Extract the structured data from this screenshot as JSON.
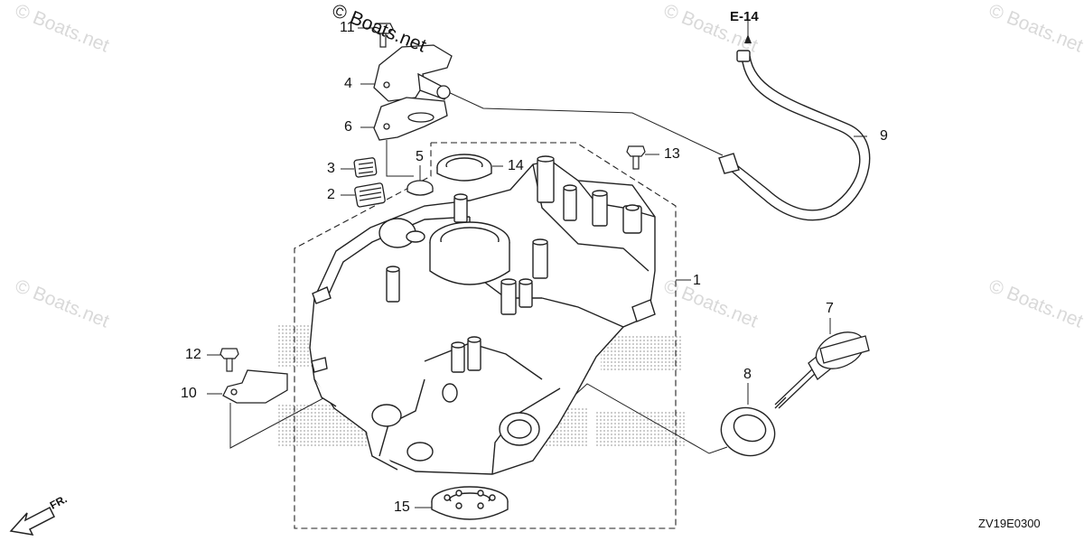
{
  "watermark": "© Boats.net",
  "copyright": "© Boats.net",
  "reference": "E-14",
  "diagram_code": "ZV19E0300",
  "direction_label": "FR.",
  "callouts": [
    {
      "label": "1"
    },
    {
      "label": "2"
    },
    {
      "label": "3"
    },
    {
      "label": "4"
    },
    {
      "label": "5"
    },
    {
      "label": "6"
    },
    {
      "label": "7"
    },
    {
      "label": "8"
    },
    {
      "label": "9"
    },
    {
      "label": "10"
    },
    {
      "label": "11"
    },
    {
      "label": "12"
    },
    {
      "label": "13"
    },
    {
      "label": "14"
    },
    {
      "label": "15"
    }
  ]
}
